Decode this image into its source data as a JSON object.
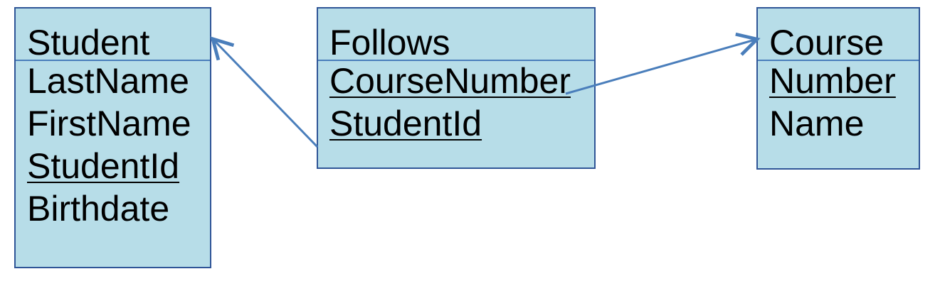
{
  "entities": {
    "student": {
      "title": "Student",
      "fields": [
        {
          "label": "LastName",
          "key": false
        },
        {
          "label": "FirstName",
          "key": false
        },
        {
          "label": "StudentId",
          "key": true
        },
        {
          "label": "Birthdate",
          "key": false
        }
      ]
    },
    "follows": {
      "title": "Follows",
      "fields": [
        {
          "label": "CourseNumber",
          "key": true
        },
        {
          "label": "StudentId",
          "key": true
        }
      ]
    },
    "course": {
      "title": "Course",
      "fields": [
        {
          "label": "Number",
          "key": true
        },
        {
          "label": "Name",
          "key": false
        }
      ]
    }
  },
  "relationships": [
    {
      "from": "follows.StudentId",
      "to": "student"
    },
    {
      "from": "follows.CourseNumber",
      "to": "course"
    }
  ],
  "colors": {
    "box_fill": "#b7dde8",
    "box_border": "#2f5597",
    "arrow": "#4a7ebb"
  }
}
